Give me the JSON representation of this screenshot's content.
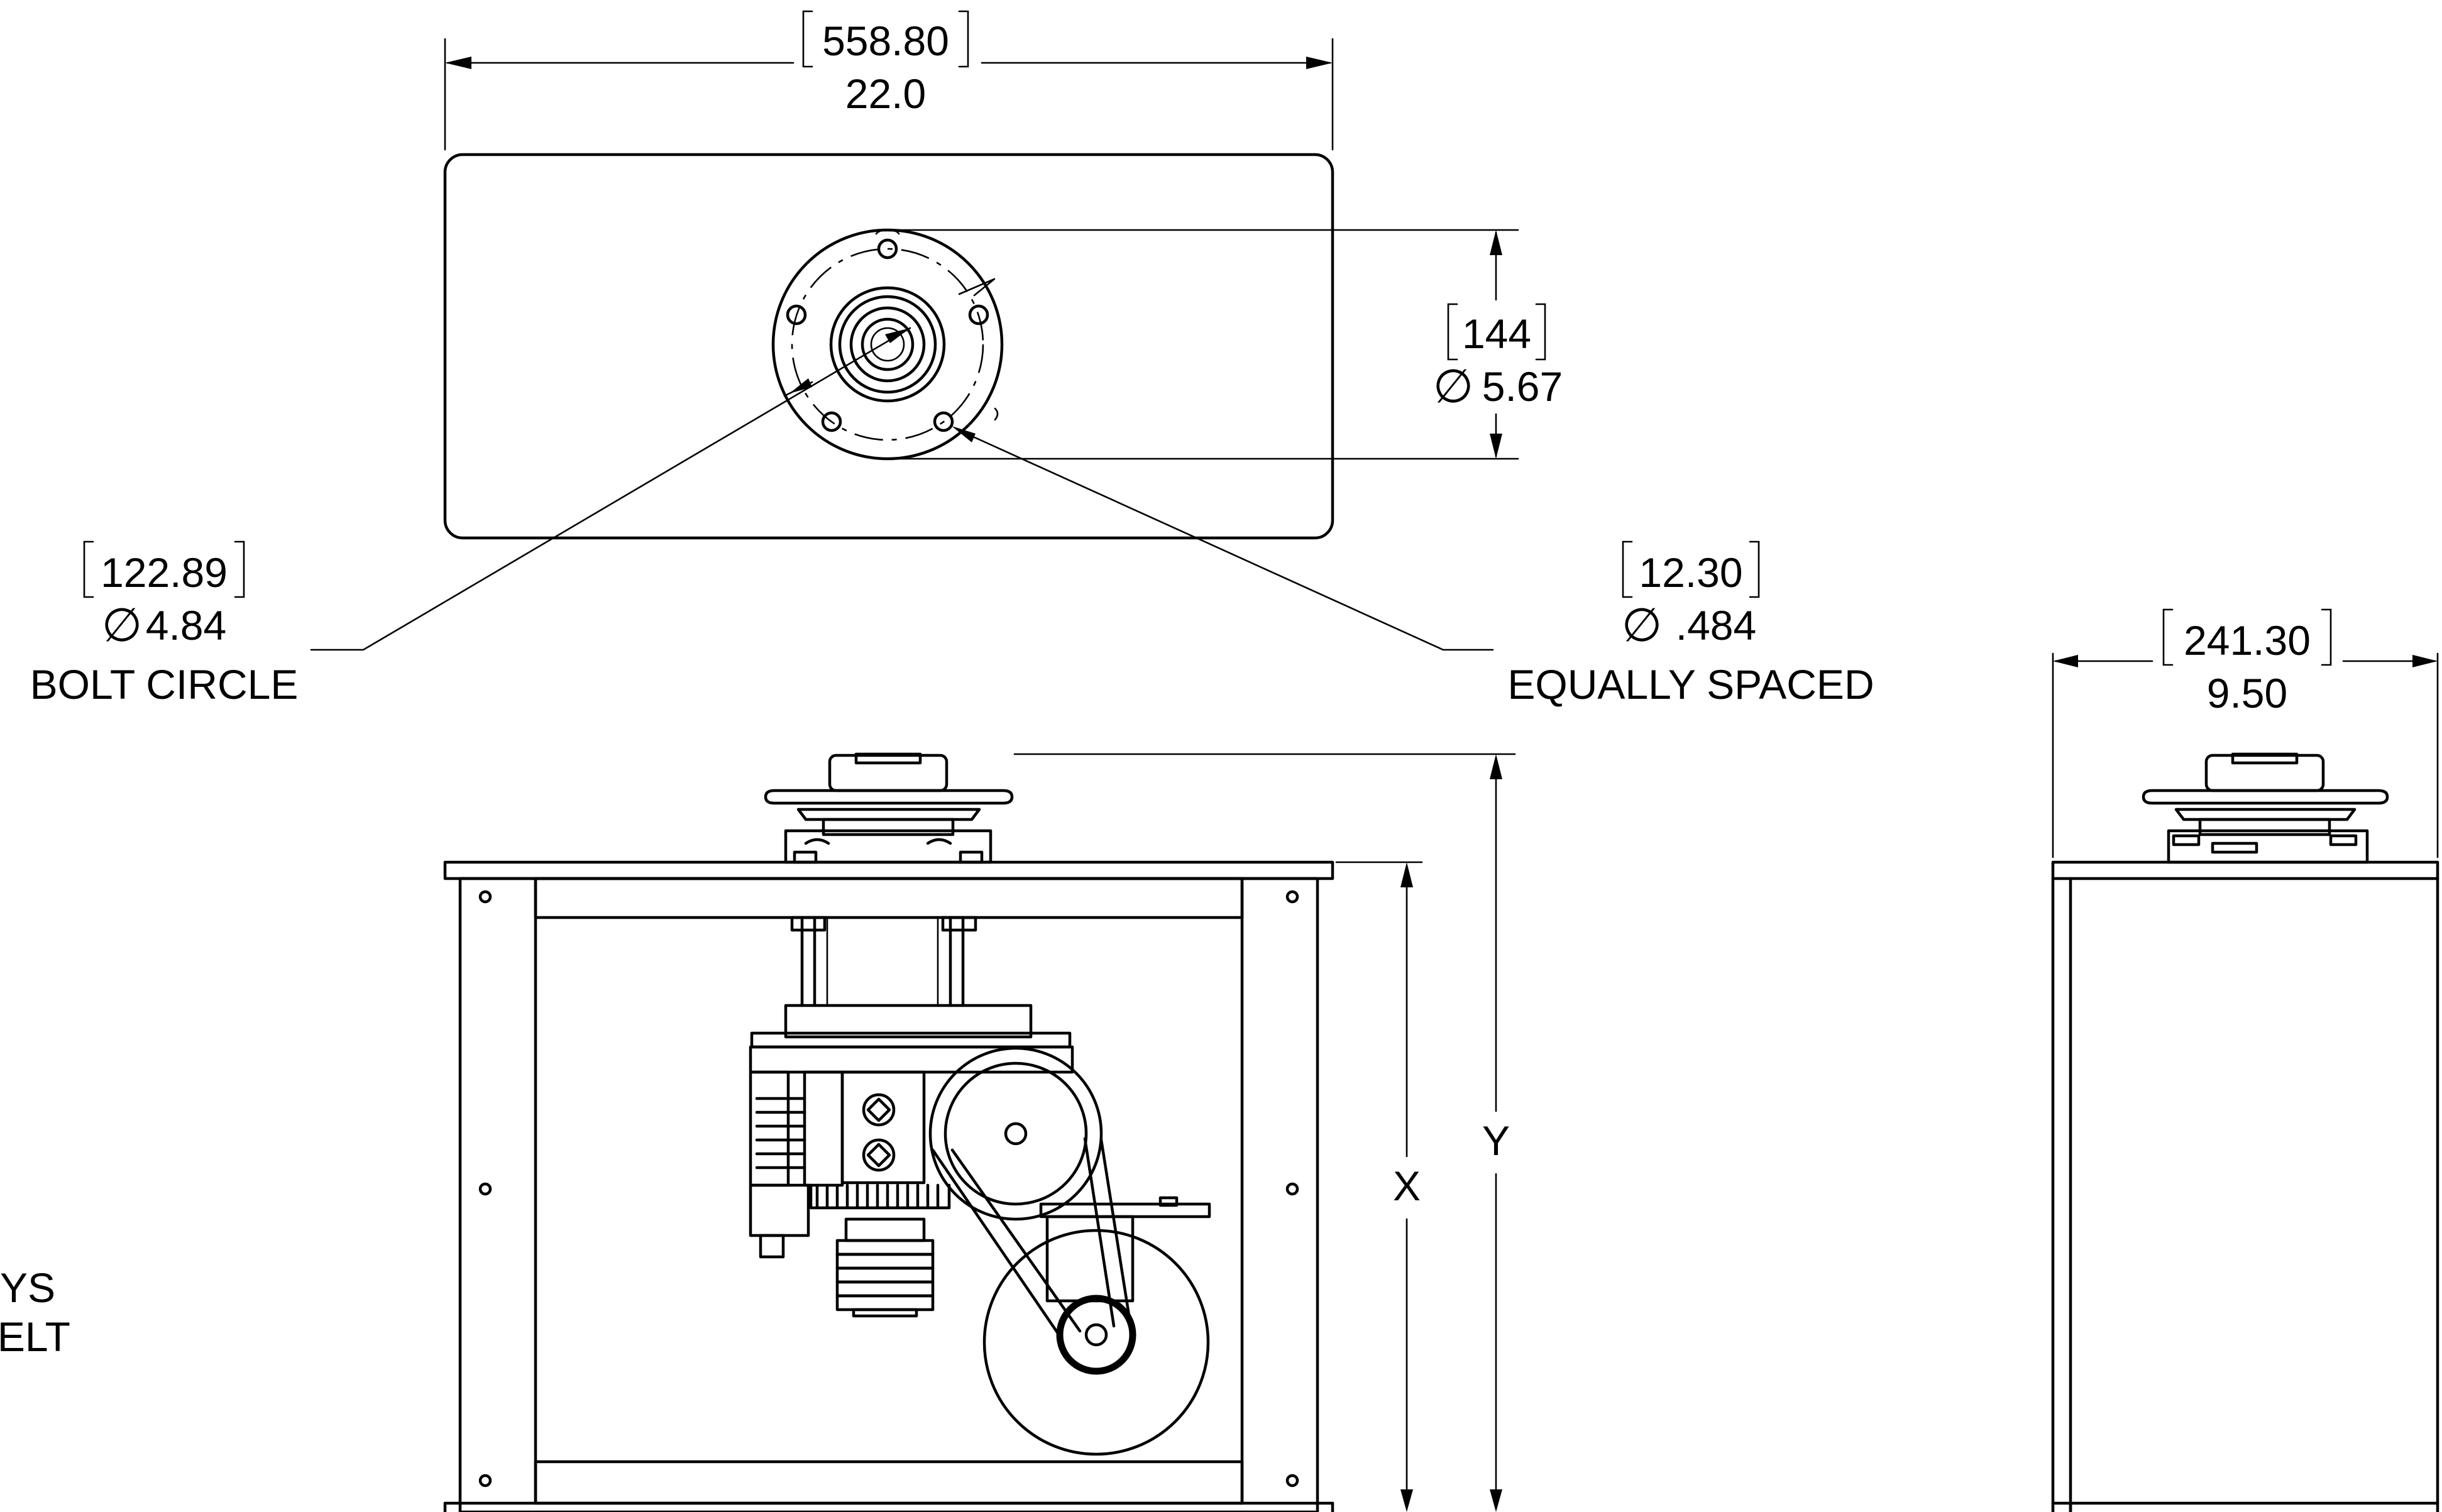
{
  "top_view": {
    "width": {
      "mm": "558.80",
      "in": "22.0"
    },
    "hub_diameter": {
      "mm": "144",
      "in": "5.67",
      "symbol": "∅"
    },
    "bolt_circle": {
      "mm": "122.89",
      "in": "4.84",
      "symbol": "∅",
      "label": "BOLT CIRCLE"
    },
    "bolt_holes": {
      "mm": "12.30",
      "in": ".484",
      "symbol": "∅",
      "label": "EQUALLY SPACED"
    }
  },
  "front_view": {
    "dim_x": "X",
    "dim_y": "Y",
    "cut_off_note": {
      "line1": "EYS",
      "line2": "ELT"
    }
  },
  "side_view": {
    "depth": {
      "mm": "241.30",
      "in": "9.50"
    }
  }
}
